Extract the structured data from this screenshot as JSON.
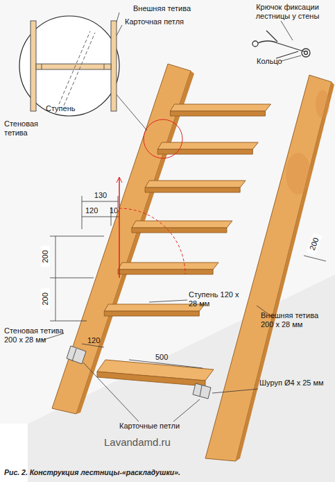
{
  "diagram": {
    "caption": "Рис. 2. Конструкция лестницы-«раскладушки».",
    "labels": [
      "Внешняя тетива",
      "Карточная петля",
      "Ступень",
      "Стеновая тетива",
      "Крючок фиксации лестницы у стены",
      "Кольцо",
      "130",
      "120",
      "10",
      "200",
      "200",
      "200",
      "Ступень 120 x 28 мм",
      "Стеновая тетива 200 x 28 мм",
      "Внешняя тетива 200 x 28 мм",
      "120",
      "500",
      "Шуруп Ø4 x 25 мм",
      "Карточные петли",
      "Lavandamd.ru"
    ]
  }
}
